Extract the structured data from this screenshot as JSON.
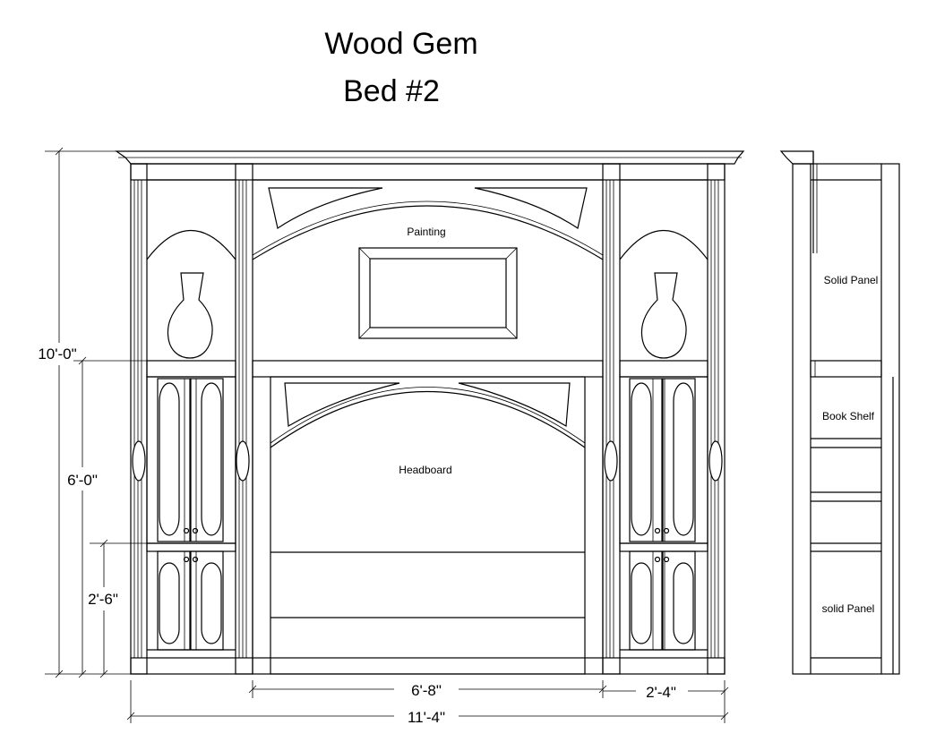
{
  "title": {
    "line1": "Wood Gem",
    "line2": "Bed #2"
  },
  "labels": {
    "painting": "Painting",
    "headboard": "Headboard",
    "solid_panel_top": "Solid Panel",
    "book_shelf": "Book Shelf",
    "solid_panel_bottom": "solid Panel"
  },
  "dimensions": {
    "total_height": "10'-0\"",
    "shelf_height": "6'-0\"",
    "lower_height": "2'-6\"",
    "headboard_width": "6'-8\"",
    "side_width": "2'-4\"",
    "total_width": "11'-4\""
  }
}
